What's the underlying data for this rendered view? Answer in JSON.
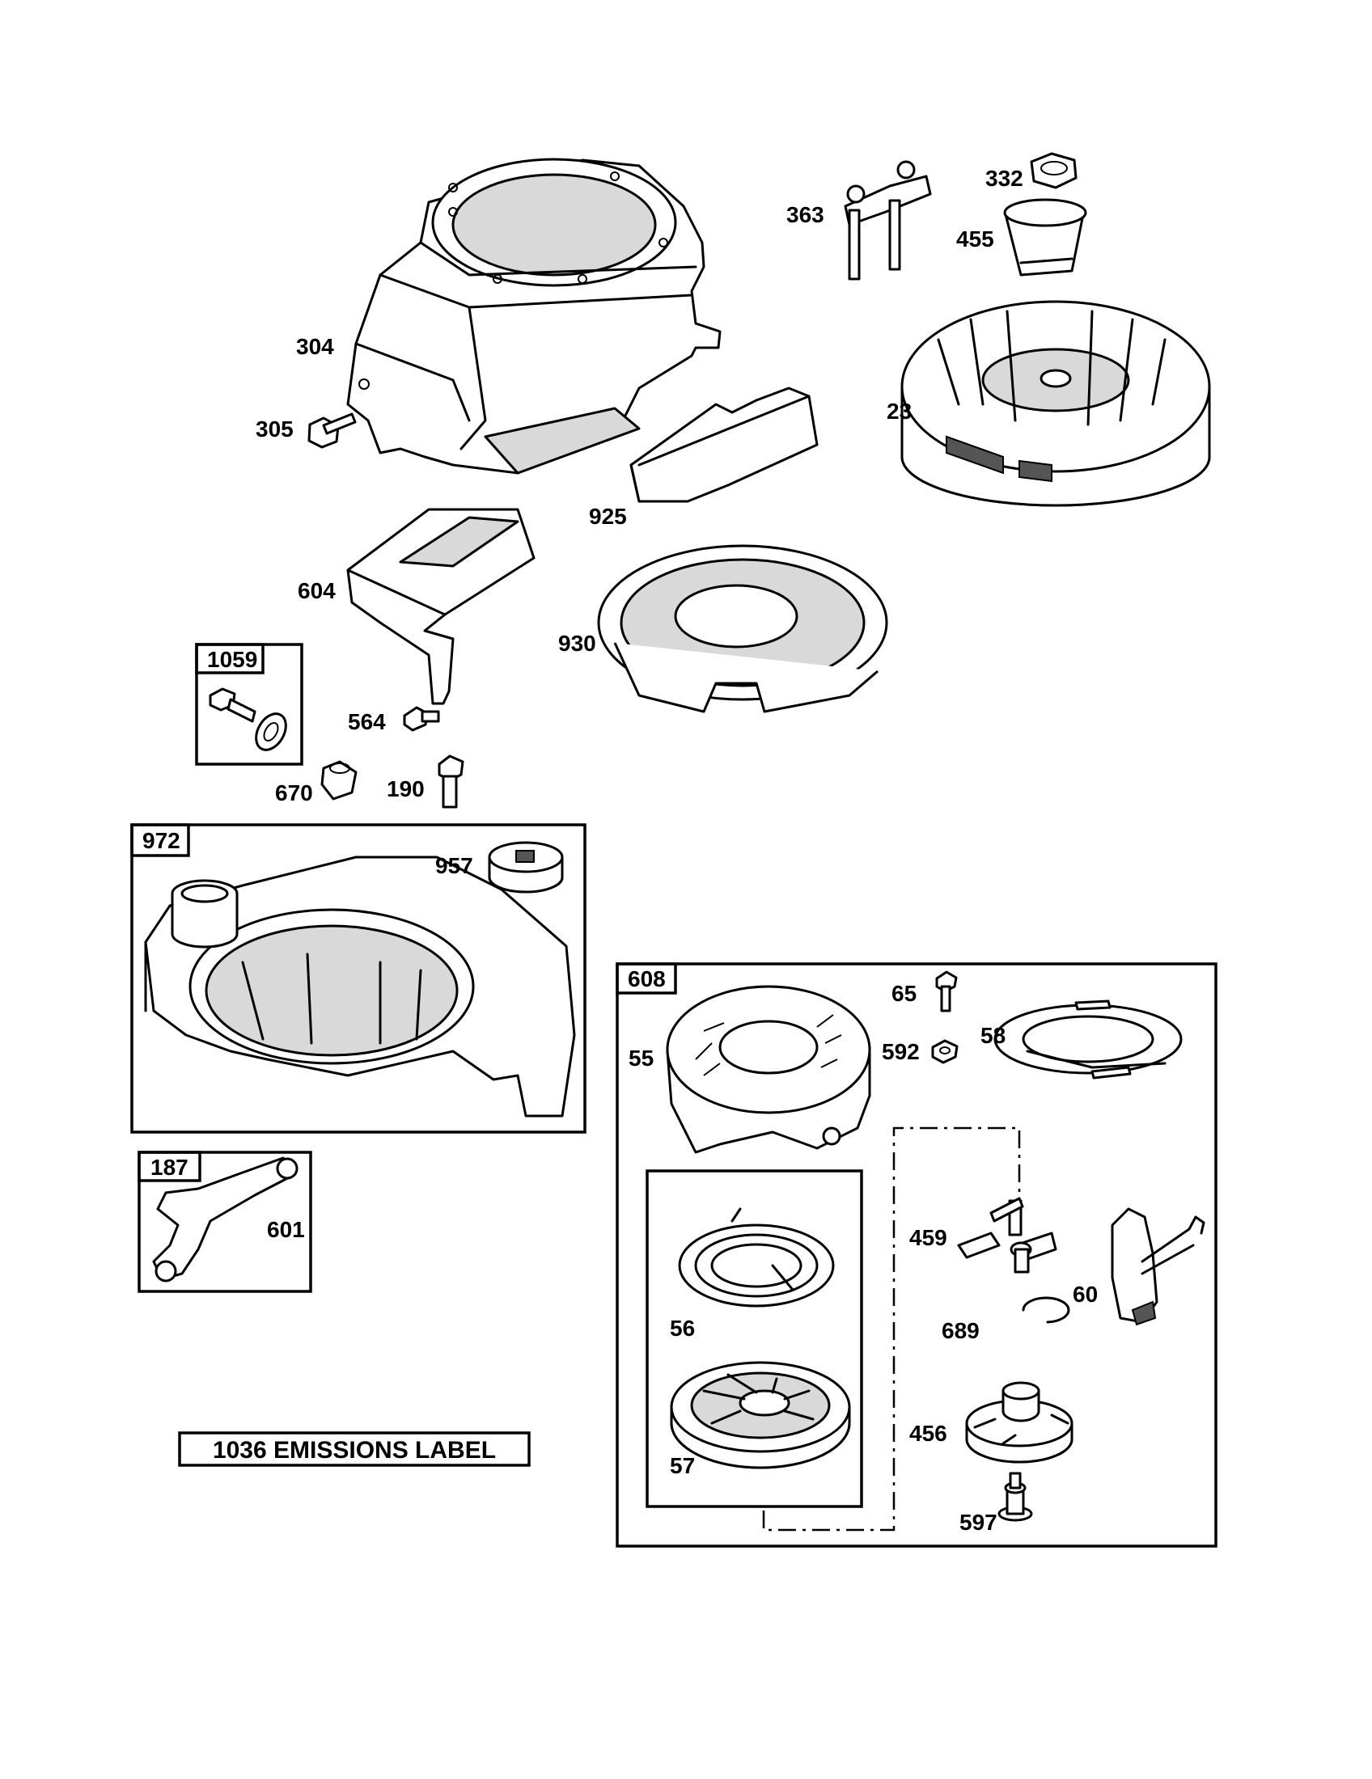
{
  "callouts": {
    "c304": "304",
    "c305": "305",
    "c925": "925",
    "c363": "363",
    "c332": "332",
    "c455": "455",
    "c23": "23",
    "c604": "604",
    "c930": "930",
    "c564": "564",
    "c190": "190",
    "c670": "670",
    "c957": "957",
    "c601": "601",
    "c65": "65",
    "c592": "592",
    "c58": "58",
    "c55": "55",
    "c459": "459",
    "c60": "60",
    "c689": "689",
    "c56": "56",
    "c57": "57",
    "c456": "456",
    "c597": "597"
  },
  "boxes": {
    "b1059": "1059",
    "b972": "972",
    "b187": "187",
    "b608": "608"
  },
  "emissions_label": "1036 EMISSIONS LABEL"
}
